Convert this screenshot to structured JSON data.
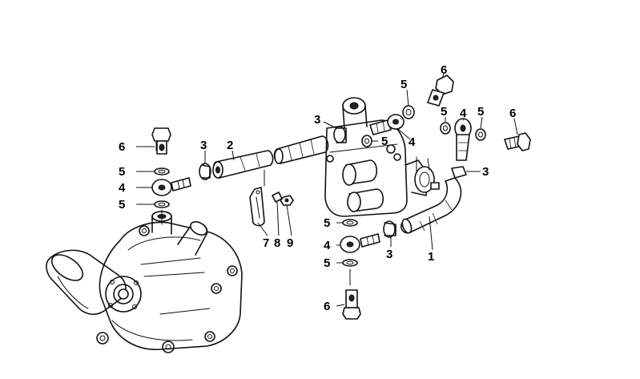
{
  "diagram": {
    "labels": {
      "l1": "1",
      "l2": "2",
      "l3a": "3",
      "l3b": "3",
      "l3c": "3",
      "l3d": "3",
      "l4a": "4",
      "l4b": "4",
      "l4c": "4",
      "l4d": "4",
      "l5a": "5",
      "l5b": "5",
      "l5c": "5",
      "l5d": "5",
      "l5e": "5",
      "l5f": "5",
      "l5g": "5",
      "l5h": "5",
      "l6a": "6",
      "l6b": "6",
      "l6c": "6",
      "l6d": "6",
      "l7": "7",
      "l8": "8",
      "l9": "9"
    }
  }
}
